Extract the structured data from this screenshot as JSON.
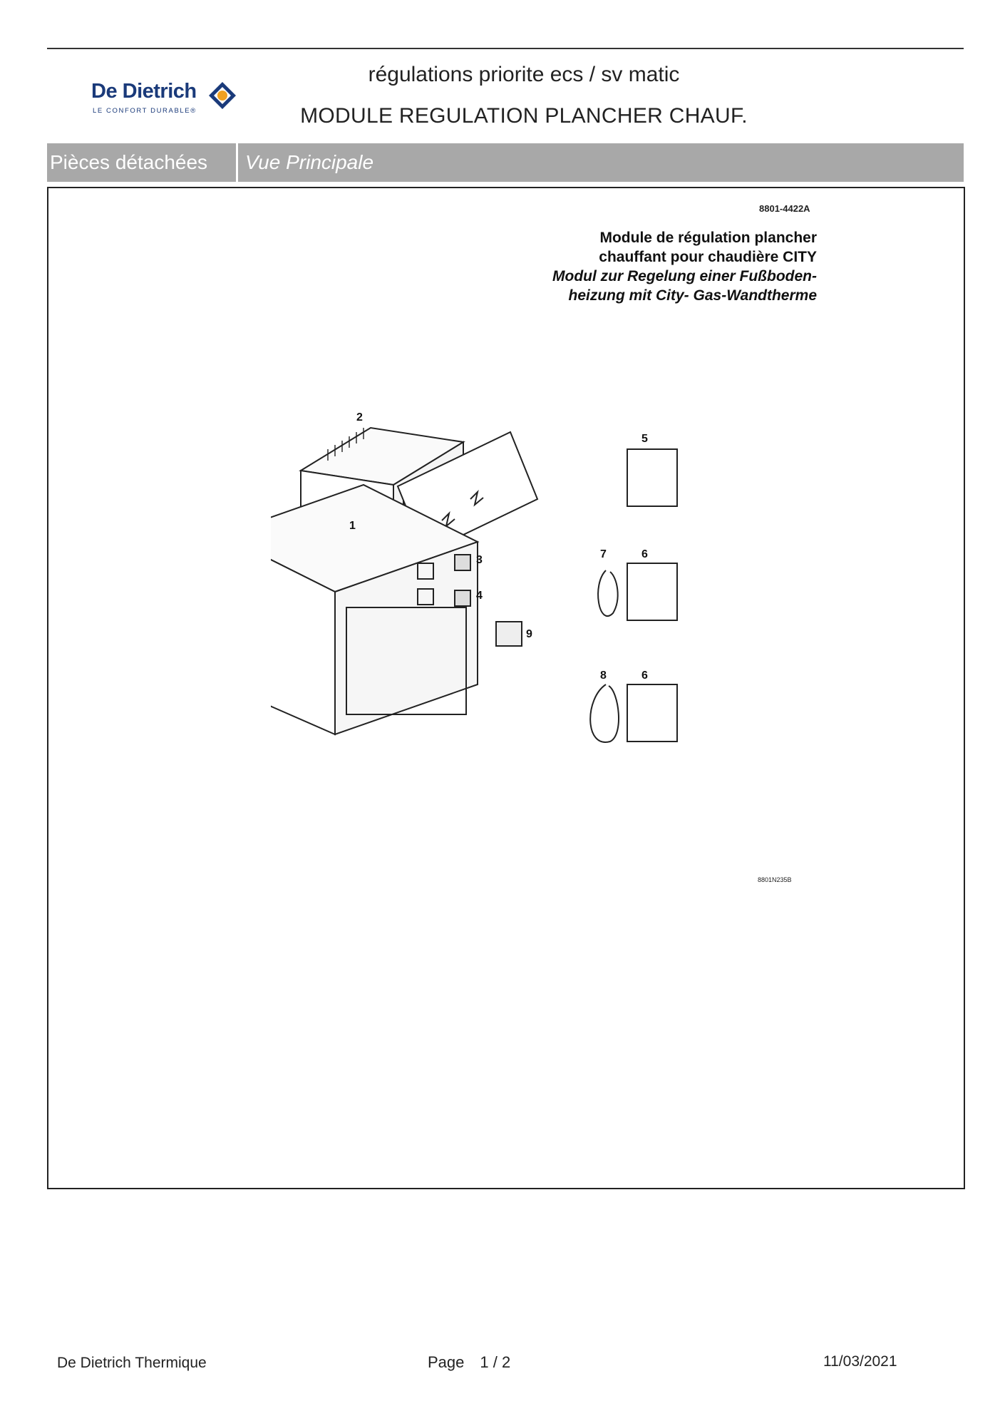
{
  "header": {
    "brand_name": "De Dietrich",
    "brand_tagline": "LE CONFORT DURABLE®",
    "title": "régulations priorite ecs / sv matic",
    "subtitle": "MODULE REGULATION PLANCHER CHAUF."
  },
  "tabs": {
    "parts_label": "Pièces détachées",
    "view_label": "Vue Principale"
  },
  "diagram": {
    "reference_code": "8801-4422A",
    "caption_fr_1": "Module de régulation plancher",
    "caption_fr_2": "chauffant pour chaudière CITY",
    "caption_de_1": "Modul zur Regelung einer Fußboden-",
    "caption_de_2": "heizung mit City- Gas-Wandtherme",
    "drawing_code": "8801N235B",
    "part_labels": [
      "1",
      "2",
      "3",
      "4",
      "5",
      "6",
      "6",
      "7",
      "8",
      "9"
    ]
  },
  "footer": {
    "company": "De Dietrich Thermique",
    "page_label": "Page",
    "page_current": "1",
    "page_sep": "/",
    "page_total": "2",
    "date": "11/03/2021"
  },
  "colors": {
    "brand_blue": "#1a3a7a",
    "brand_orange": "#f0a020",
    "tab_gray": "#a8a8a8"
  }
}
